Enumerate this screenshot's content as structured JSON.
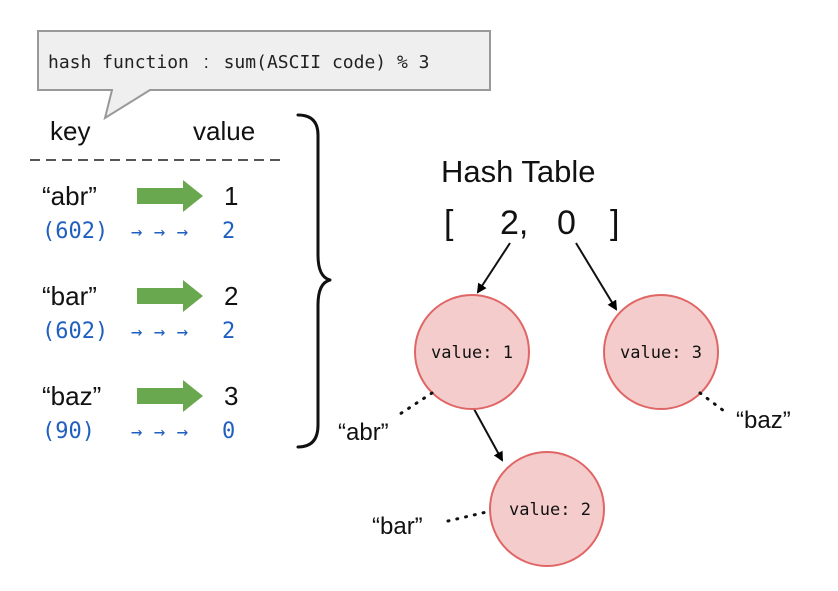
{
  "callout": {
    "label": "hash function",
    "separator": ":",
    "expression": "sum(ASCII code) % 3"
  },
  "header": {
    "key": "key",
    "value": "value"
  },
  "entries": [
    {
      "key": "“abr”",
      "value": "1",
      "hash": "(602)",
      "arrows": "→ → →",
      "index": "2"
    },
    {
      "key": "“bar”",
      "value": "2",
      "hash": "(602)",
      "arrows": "→ → →",
      "index": "2"
    },
    {
      "key": "“baz”",
      "value": "3",
      "hash": "(90)",
      "arrows": "→ → →",
      "index": "0"
    }
  ],
  "table": {
    "title": "Hash Table",
    "open_bracket": "[",
    "slot_a": "2,",
    "slot_b": "0",
    "close_bracket": "]"
  },
  "nodes": [
    {
      "label": "value: 1",
      "tag": "“abr”"
    },
    {
      "label": "value: 3",
      "tag": "“baz”"
    },
    {
      "label": "value: 2",
      "tag": "“bar”"
    }
  ],
  "colors": {
    "arrow_green": "#6aa84f",
    "hash_blue": "#1f5fbf",
    "node_fill": "#f4cccc",
    "node_stroke": "#e06666",
    "callout_fill": "#efefef",
    "callout_stroke": "#999999"
  }
}
